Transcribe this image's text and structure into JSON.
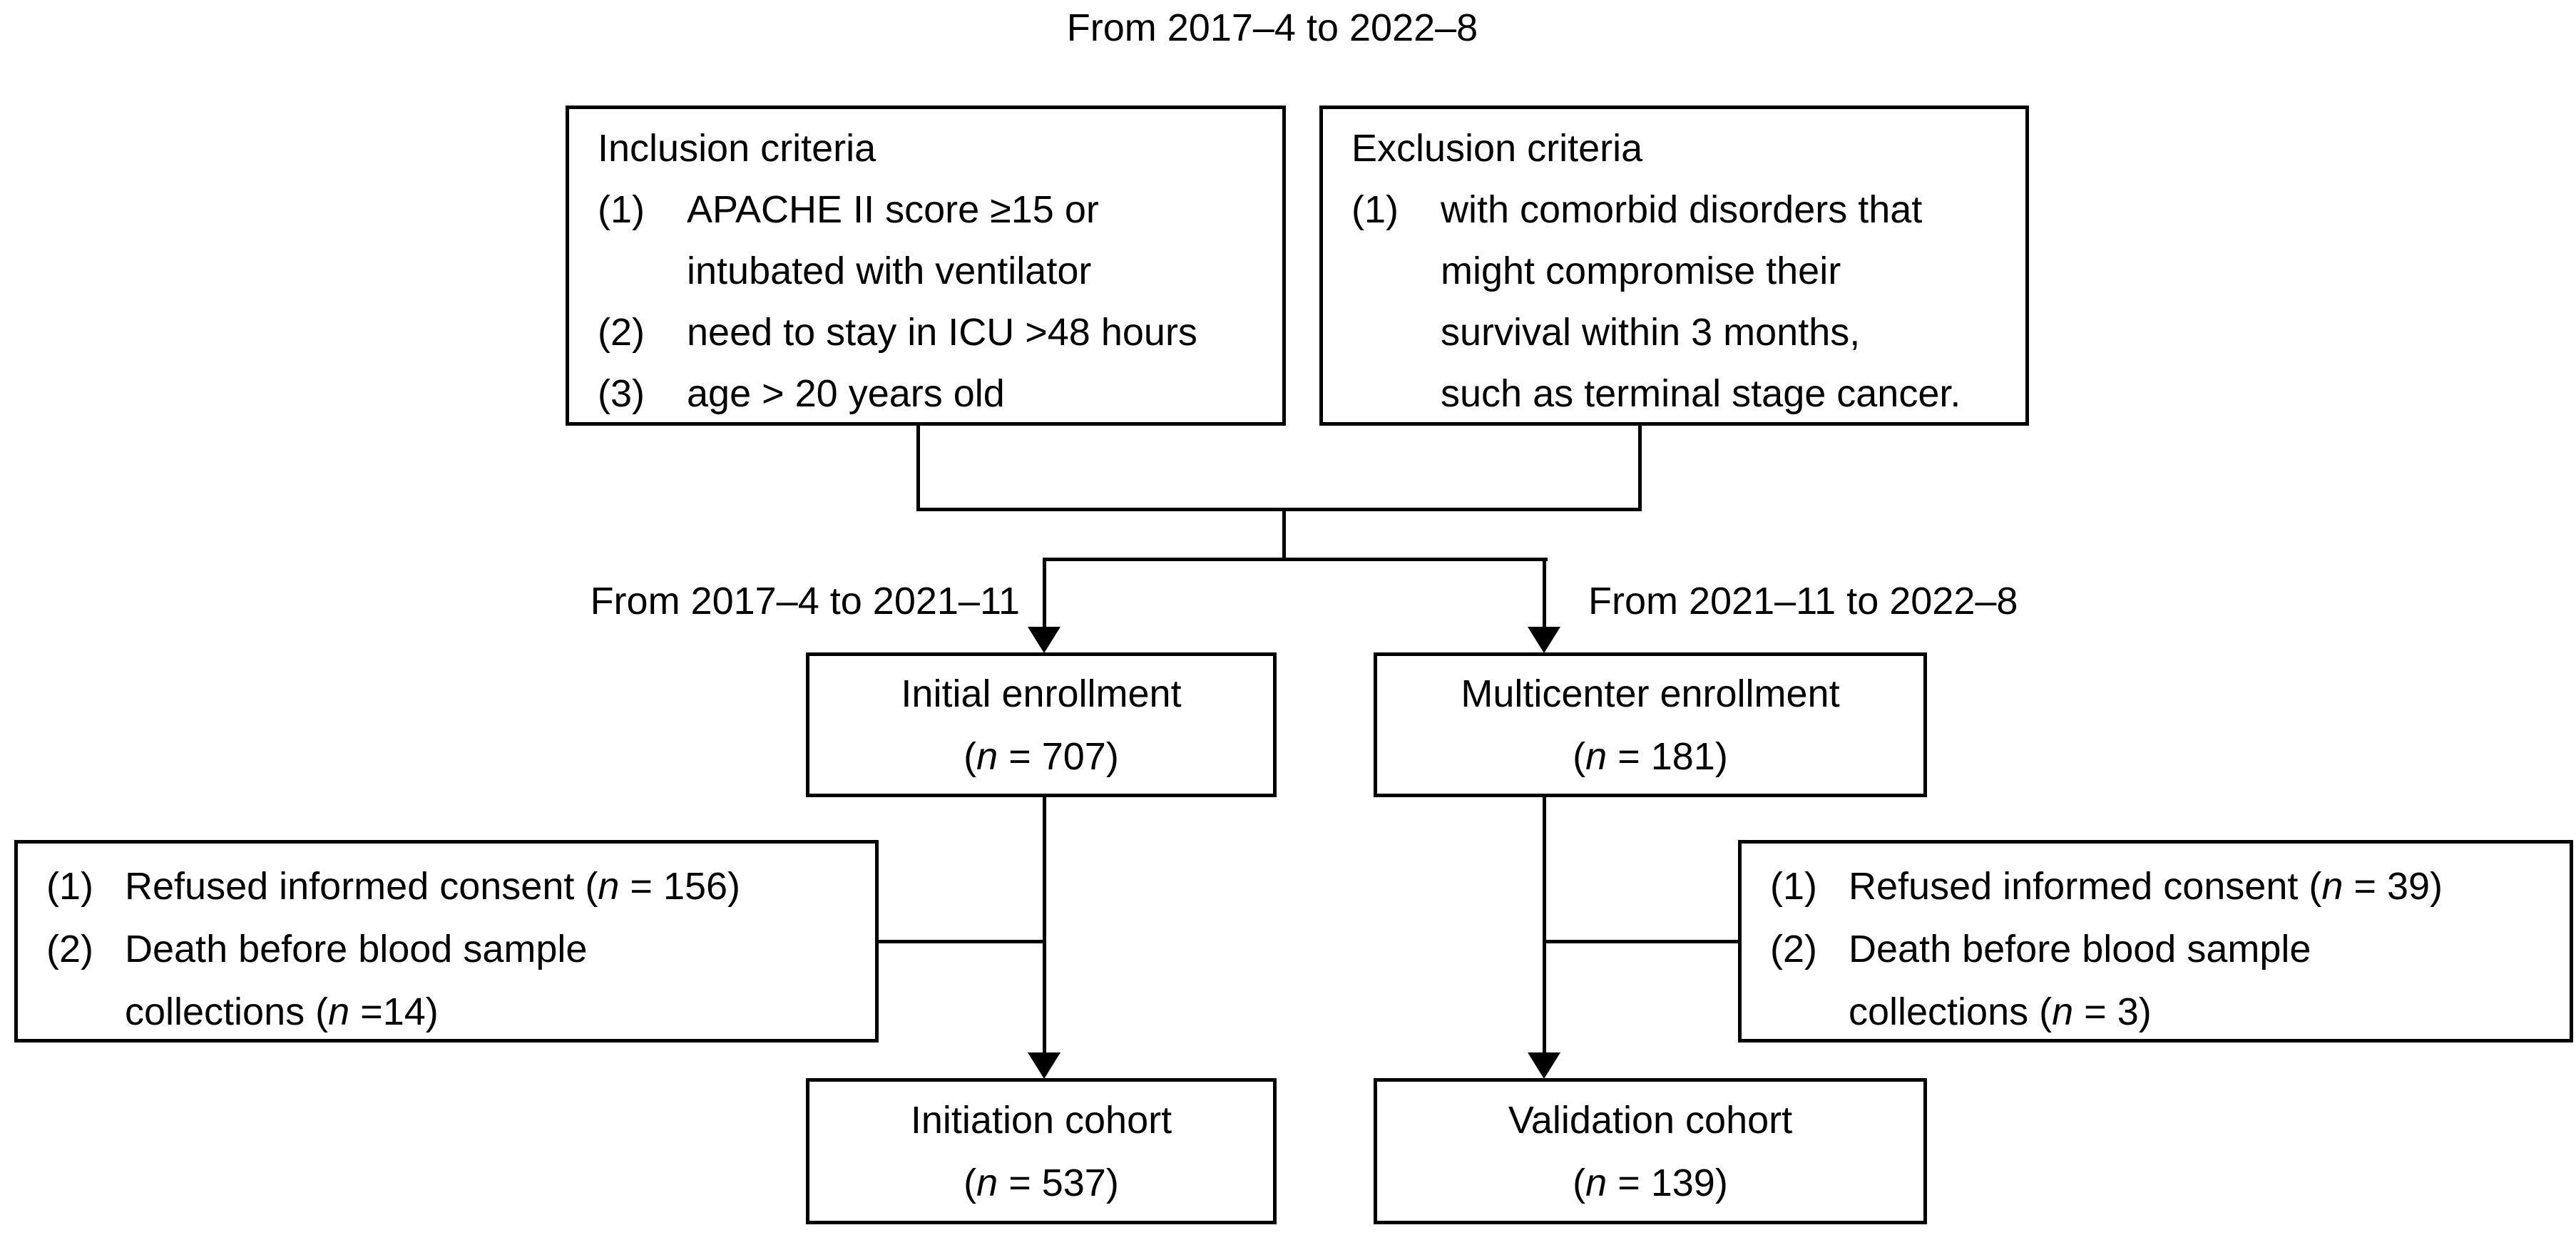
{
  "diagram": {
    "title": "From 2017–4 to 2022–8",
    "branch_labels": {
      "left": "From 2017–4 to 2021–11",
      "right": "From 2021–11 to 2022–8"
    },
    "criteria": {
      "inclusion": {
        "heading": "Inclusion criteria",
        "items": [
          {
            "num": "(1)",
            "text": "APACHE II score ≥15 or\nintubated with ventilator"
          },
          {
            "num": "(2)",
            "text": "need to stay in ICU >48 hours"
          },
          {
            "num": "(3)",
            "text": "age > 20 years old"
          }
        ]
      },
      "exclusion": {
        "heading": "Exclusion criteria",
        "items": [
          {
            "num": "(1)",
            "text": "with comorbid disorders that\nmight compromise their\nsurvival within 3 months,\nsuch as terminal stage cancer."
          }
        ]
      }
    },
    "enrollment": {
      "initial": {
        "name": "Initial enrollment",
        "count": [
          {
            "t": "("
          },
          {
            "t": "n",
            "i": true
          },
          {
            "t": " = 707)"
          }
        ]
      },
      "multicenter": {
        "name": "Multicenter enrollment",
        "count": [
          {
            "t": "("
          },
          {
            "t": "n",
            "i": true
          },
          {
            "t": " = 181)"
          }
        ]
      }
    },
    "dropouts": {
      "left": {
        "items": [
          {
            "num": "(1)",
            "parts": [
              {
                "t": "Refused informed consent ("
              },
              {
                "t": "n",
                "i": true
              },
              {
                "t": " = 156)"
              }
            ]
          },
          {
            "num": "(2)",
            "parts": [
              {
                "t": "Death before blood sample\ncollections ("
              },
              {
                "t": "n",
                "i": true
              },
              {
                "t": " =14)"
              }
            ]
          }
        ]
      },
      "right": {
        "items": [
          {
            "num": "(1)",
            "parts": [
              {
                "t": "Refused informed consent ("
              },
              {
                "t": "n",
                "i": true
              },
              {
                "t": " = 39)"
              }
            ]
          },
          {
            "num": "(2)",
            "parts": [
              {
                "t": "Death before blood sample\ncollections ("
              },
              {
                "t": "n",
                "i": true
              },
              {
                "t": " = 3)"
              }
            ]
          }
        ]
      }
    },
    "cohorts": {
      "initiation": {
        "name": "Initiation cohort",
        "count": [
          {
            "t": "("
          },
          {
            "t": "n",
            "i": true
          },
          {
            "t": " = 537)"
          }
        ]
      },
      "validation": {
        "name": "Validation cohort",
        "count": [
          {
            "t": "("
          },
          {
            "t": "n",
            "i": true
          },
          {
            "t": " = 139)"
          }
        ]
      }
    },
    "colors": {
      "line": "#000000",
      "text": "#000000",
      "background": "#ffffff"
    }
  }
}
